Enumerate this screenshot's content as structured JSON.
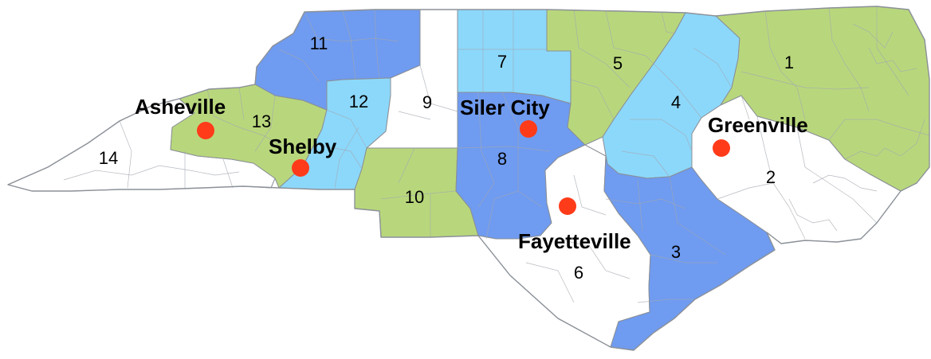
{
  "colors": {
    "dark_blue": "#6f9bf0",
    "light_blue": "#8cd8fb",
    "green": "#b8d77c",
    "white": "#ffffff",
    "city_dot": "#ff3b1a",
    "border": "#8a8f96"
  },
  "regions": [
    {
      "id": "1",
      "label": "1",
      "fill": "green"
    },
    {
      "id": "2",
      "label": "2",
      "fill": "white"
    },
    {
      "id": "3",
      "label": "3",
      "fill": "dark_blue"
    },
    {
      "id": "4",
      "label": "4",
      "fill": "light_blue"
    },
    {
      "id": "5",
      "label": "5",
      "fill": "green"
    },
    {
      "id": "6",
      "label": "6",
      "fill": "white"
    },
    {
      "id": "7",
      "label": "7",
      "fill": "light_blue"
    },
    {
      "id": "8",
      "label": "8",
      "fill": "dark_blue"
    },
    {
      "id": "9",
      "label": "9",
      "fill": "white"
    },
    {
      "id": "10",
      "label": "10",
      "fill": "green"
    },
    {
      "id": "11",
      "label": "11",
      "fill": "dark_blue"
    },
    {
      "id": "12",
      "label": "12",
      "fill": "light_blue"
    },
    {
      "id": "13",
      "label": "13",
      "fill": "green"
    },
    {
      "id": "14",
      "label": "14",
      "fill": "white"
    }
  ],
  "cities": [
    {
      "id": "asheville",
      "name": "Asheville"
    },
    {
      "id": "shelby",
      "name": "Shelby"
    },
    {
      "id": "siler-city",
      "name": "Siler City"
    },
    {
      "id": "fayetteville",
      "name": "Fayetteville"
    },
    {
      "id": "greenville",
      "name": "Greenville"
    }
  ]
}
